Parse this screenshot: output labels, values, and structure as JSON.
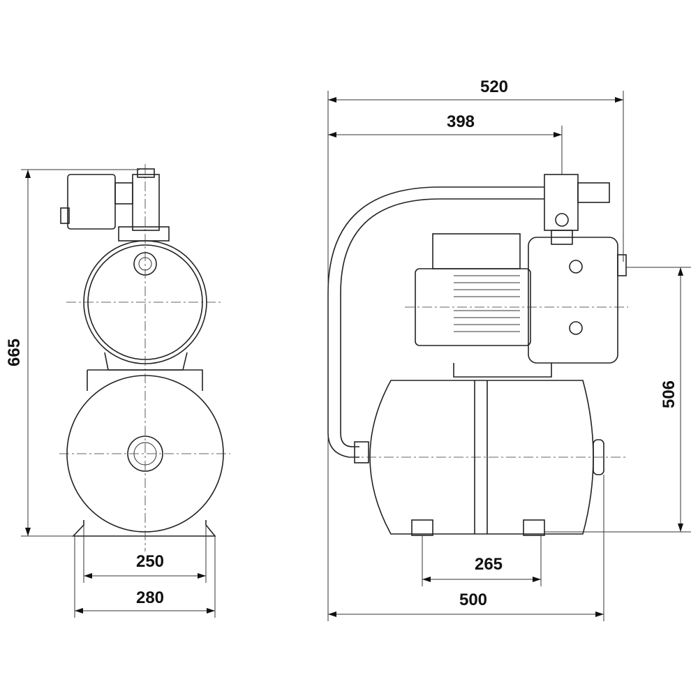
{
  "dimensions": {
    "front_height": "665",
    "front_base_inner": "250",
    "front_base_outer": "280",
    "side_total_width": "520",
    "side_outlet_offset": "398",
    "side_outlet_height": "506",
    "side_feet_spacing": "265",
    "side_tank_length": "500"
  },
  "colors": {
    "line": "#222222",
    "background": "#ffffff"
  }
}
